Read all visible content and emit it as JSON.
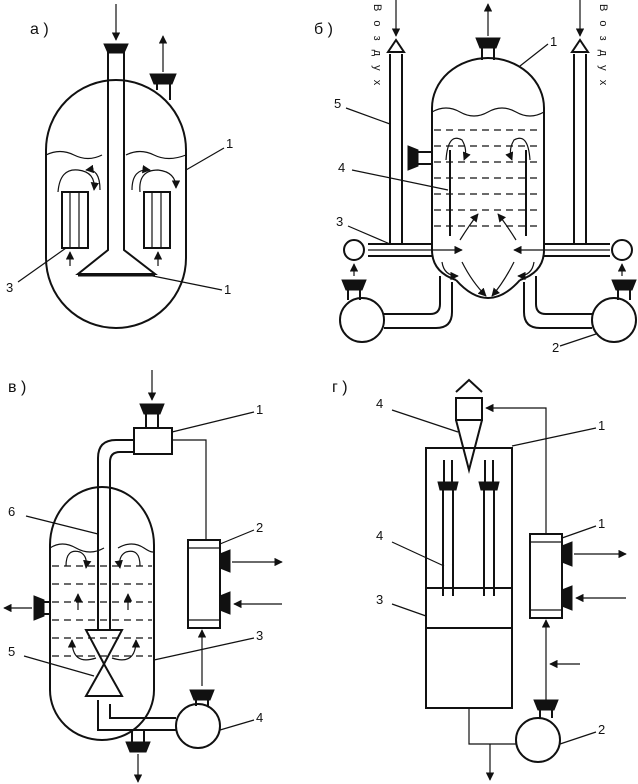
{
  "panels": {
    "a": {
      "letter": "а )",
      "labels": {
        "top_right": "1",
        "left": "3",
        "bottom_right": "1"
      }
    },
    "b": {
      "letter": "б )",
      "air_left": "В о з д у х",
      "air_right": "В о з д у х",
      "labels": {
        "top": "1",
        "pipe": "5",
        "mid": "4",
        "inlet": "3",
        "pump": "2"
      }
    },
    "v": {
      "letter": "в )",
      "labels": {
        "top": "1",
        "hx": "2",
        "vessel": "3",
        "pump": "4",
        "nozzle": "5",
        "tube": "6"
      }
    },
    "g": {
      "letter": "г )",
      "labels": {
        "cyclone": "4",
        "column": "1",
        "hx": "1",
        "tubes": "4",
        "base": "3",
        "pump": "2"
      }
    }
  }
}
